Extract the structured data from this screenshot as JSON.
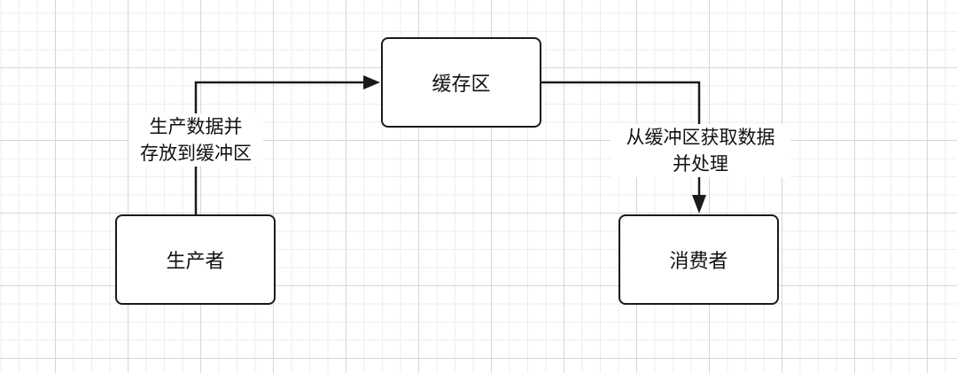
{
  "nodes": {
    "buffer": "缓存区",
    "producer": "生产者",
    "consumer": "消费者"
  },
  "edges": {
    "producer_to_buffer": {
      "label_lines": [
        "生产数据并",
        "存放到缓冲区"
      ]
    },
    "buffer_to_consumer": {
      "label_lines": [
        "从缓冲区获取数据",
        "并处理"
      ]
    }
  },
  "colors": {
    "stroke": "#1a1a1a",
    "grid_major": "#d6d6d6",
    "grid_minor": "#eeeeee",
    "background": "#ffffff"
  }
}
